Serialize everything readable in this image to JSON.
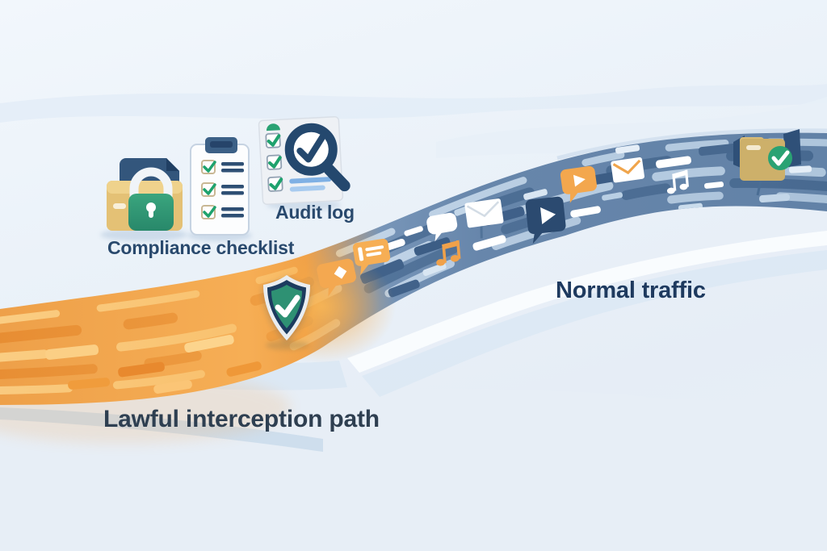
{
  "labels": {
    "compliance_checklist": "Compliance checklist",
    "audit_log": "Audit log",
    "normal_traffic": "Normal traffic",
    "lawful_interception_path": "Lawful interception path"
  },
  "streams": {
    "lawful_interception": {
      "label": "Lawful interception path",
      "color": "#f2a44c",
      "direction": "from bottom-left toward shield checkpoint"
    },
    "normal_traffic": {
      "label": "Normal traffic",
      "color": "#6886ab",
      "direction": "from shield checkpoint toward top-right"
    }
  },
  "icons": {
    "secure-archive-lock-icon": "locked archive box with green padlock",
    "compliance-checklist-icon": "clipboard with three green checked items",
    "audit-log-icon": "document with check list and magnifying glass containing checkmark",
    "shield-check-icon": "green shield with white checkmark at stream junction",
    "chat-bubble-diamond-icon": "orange chat bubble with white diamond",
    "chat-bubble-lines-icon": "orange chat bubble with text lines",
    "chat-bubble-white-icon": "white chat bubble",
    "music-note-orange-icon": "orange double music note",
    "envelope-white-icon": "white envelope",
    "video-play-bubble-icon": "dark navy bubble with white play triangle",
    "chat-bubble-play-icon": "orange bubble with white play triangle",
    "envelope-flap-icon": "white envelope with orange flap chevron",
    "music-note-white-icon": "white double music note",
    "folder-verified-icon": "tan folder with green check badge"
  },
  "colors": {
    "background_top": "#f2f7fc",
    "background_bottom": "#e6edf6",
    "wave_blue": "#dce8f4",
    "stream_orange": "#f2a44c",
    "stream_orange_light": "#fbd085",
    "stream_orange_dark": "#e3882e",
    "stream_blue": "#6886ab",
    "stream_blue_dark": "#44658c",
    "stream_blue_light": "#c2d5e8",
    "shield_silver": "#e9edf1",
    "shield_navy": "#1c3a5e",
    "shield_green": "#2e9173",
    "check_green": "#1ea26d",
    "badge_green": "#2aa273",
    "icon_navy": "#2b4a70",
    "icon_orange": "#f3a74f",
    "folder_navy": "#33567c",
    "folder_tan": "#e4c175",
    "text_navy": "#1e3a5f",
    "text_slate": "#2e3f51"
  }
}
